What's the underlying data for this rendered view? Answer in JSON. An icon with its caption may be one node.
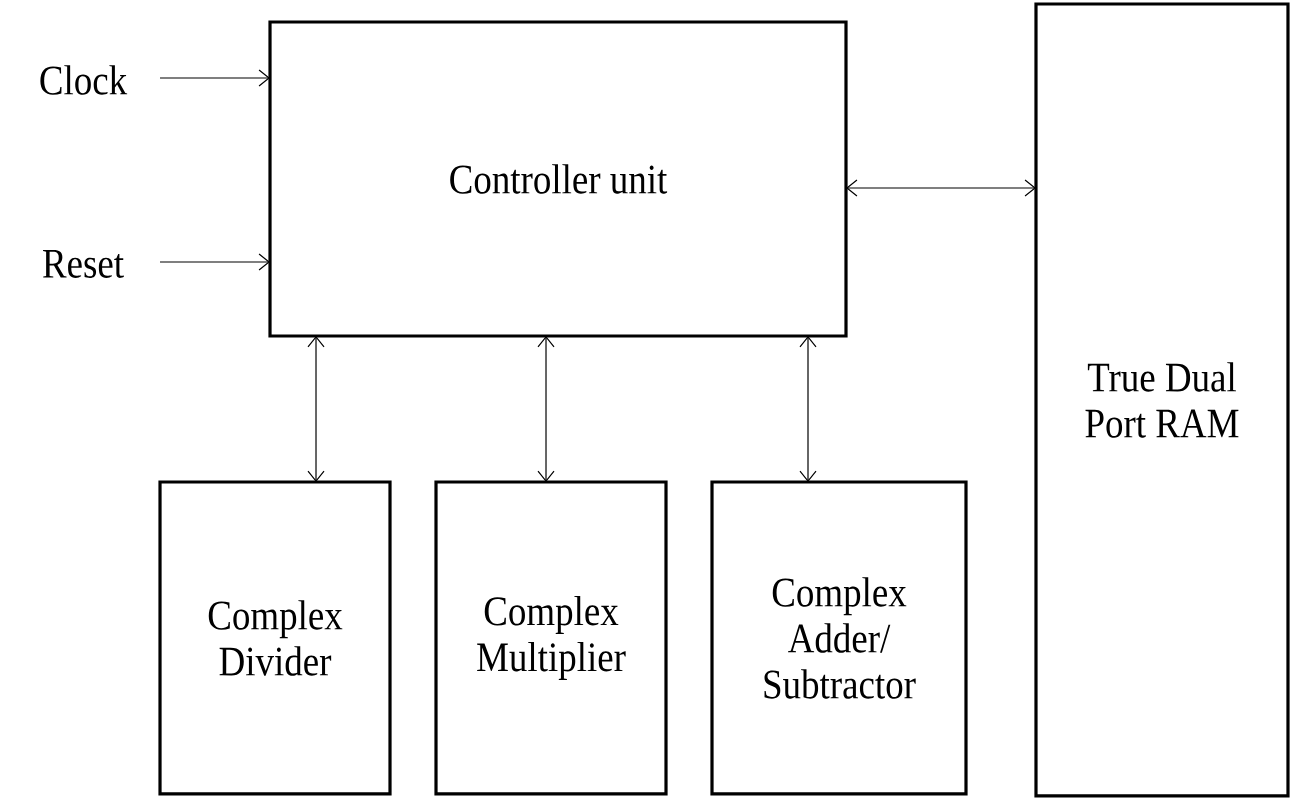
{
  "diagram": {
    "nodes": [
      {
        "text": [
          "Clock"
        ]
      },
      {
        "text": [
          "Reset"
        ]
      },
      {
        "text": [
          "Controller unit"
        ]
      },
      {
        "text": [
          "Complex Divider"
        ]
      },
      {
        "text": [
          "Complex Multiplier"
        ]
      },
      {
        "text": [
          "Complex Adder/ Subtractor"
        ]
      },
      {
        "text": [
          "True Dual Port RAM"
        ]
      }
    ],
    "edges": [
      {
        "from": 0,
        "to": 2,
        "arrow": "to"
      },
      {
        "from": 1,
        "to": 2,
        "arrow": "to"
      },
      {
        "from": 2,
        "to": 6,
        "arrow": "both"
      },
      {
        "from": 2,
        "to": 3,
        "arrow": "both"
      },
      {
        "from": 2,
        "to": 4,
        "arrow": "both"
      },
      {
        "from": 2,
        "to": 5,
        "arrow": "both"
      }
    ]
  }
}
